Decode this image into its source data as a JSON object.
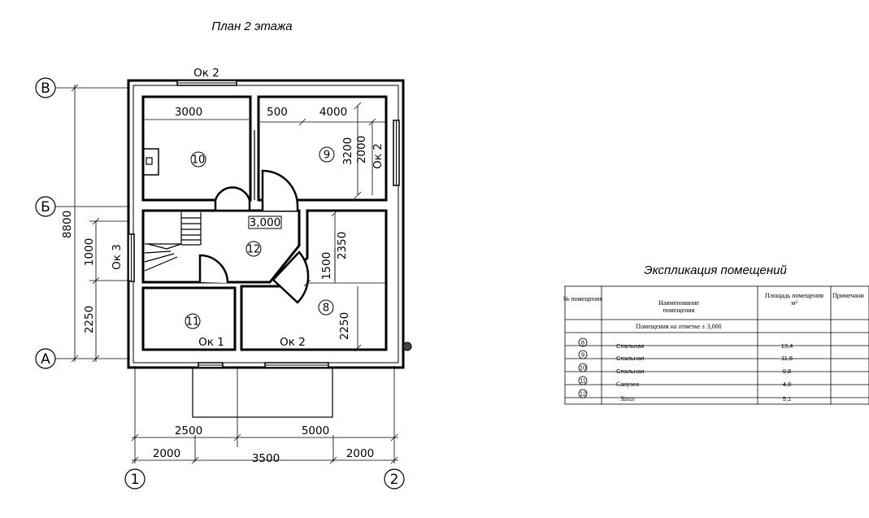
{
  "plan": {
    "title": "План 2 этажа",
    "axes": {
      "v": "В",
      "b": "Б",
      "a": "А",
      "n1": "1",
      "n2": "2"
    },
    "windows": {
      "top": "Ок 2",
      "right": "Ок 2",
      "left": "Ок 3",
      "bottom_left": "Ок 1",
      "bottom_right": "Ок 2"
    },
    "dims": {
      "r10_width": "3000",
      "r9_offset": "500",
      "r9_width": "4000",
      "r9_h1": "3200",
      "r9_h2": "2000",
      "left_total": "8800",
      "left_1000": "1000",
      "left_2250": "2250",
      "r8_2350": "2350",
      "r8_1500": "1500",
      "r8_2250": "2250",
      "bottom_2500": "2500",
      "bottom_5000": "5000",
      "bottom_2000a": "2000",
      "bottom_3500": "3500",
      "bottom_2000b": "2000"
    },
    "level_mark": "3,000",
    "rooms": {
      "r8": "8",
      "r9": "9",
      "r10": "10",
      "r11": "11",
      "r12": "12"
    }
  },
  "explication": {
    "title": "Экспликация помещений",
    "headers": {
      "number": "№ помещения",
      "name_line1": "Наименование",
      "name_line2": "помещения",
      "area_line1": "Площадь помещения",
      "area_line2": "м²",
      "notes": "Примечани"
    },
    "section": "Помещения  на  отметке  ± 3,000",
    "rows": [
      {
        "num": "8",
        "name": "Спальная",
        "area": "13,4"
      },
      {
        "num": "9",
        "name": "Спальная",
        "area": "11,6"
      },
      {
        "num": "10",
        "name": "Спальная",
        "area": "9,8"
      },
      {
        "num": "11",
        "name": "Санузел",
        "area": "4,9"
      },
      {
        "num": "12",
        "name": "Холл",
        "area": "5,1"
      }
    ]
  }
}
